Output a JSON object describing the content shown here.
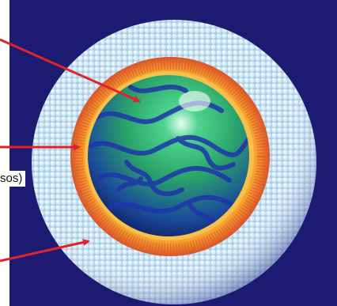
{
  "figure": {
    "label_fragment": "sos)",
    "colors": {
      "background": "#1d1a72",
      "outer_shell": "#cfe4f4",
      "fringe_band": "#f2a43a",
      "core_blue": "#2440b8",
      "core_green": "#3fc27a",
      "arrow": "#e0232a"
    },
    "layers": [
      {
        "key": "core",
        "description_visible": false
      },
      {
        "key": "fringe",
        "description_visible": false
      },
      {
        "key": "outer_shell",
        "description_visible": false
      }
    ]
  }
}
